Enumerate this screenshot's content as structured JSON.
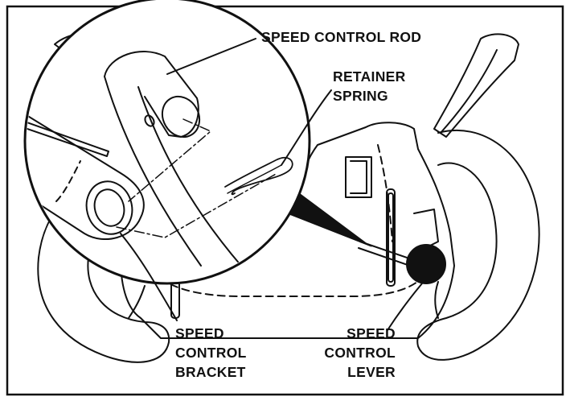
{
  "labels": {
    "speed_control_rod": "SPEED CONTROL ROD",
    "retainer_spring": [
      "RETAINER",
      "SPRING"
    ],
    "speed_control_bracket": [
      "SPEED",
      "CONTROL",
      "BRACKET"
    ],
    "speed_control_lever": [
      "SPEED",
      "CONTROL",
      "LEVER"
    ]
  },
  "colors": {
    "ink": "#111111",
    "paper": "#ffffff"
  }
}
